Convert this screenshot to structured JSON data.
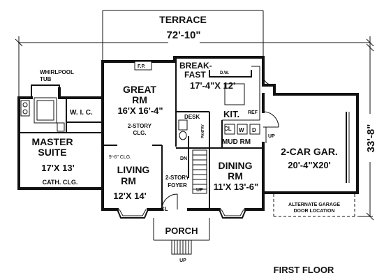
{
  "labels": {
    "terrace": "TERRACE",
    "overall_width": "72'-10\"",
    "overall_depth": "33'-8\"",
    "whirlpool": "WHIRLPOOL",
    "tub": "TUB",
    "fp": "F.P.",
    "great_rm_1": "GREAT",
    "great_rm_2": "RM",
    "great_rm_dim": "16'X 16'-4\"",
    "two_story_clg_1": "2-STORY",
    "two_story_clg_2": "CLG.",
    "breakfast_1": "BREAK-",
    "breakfast_2": "FAST",
    "breakfast_dim": "17'-4\"X 12'",
    "dw": "D.W.",
    "kit": "KIT.",
    "ref": "REF",
    "desk": "DESK",
    "pantry": "PANTRY",
    "cl_kit": "CL",
    "w": "W",
    "d": "D",
    "up_garage": "UP",
    "mud_rm": "MUD RM",
    "wic": "W. I. C.",
    "master_1": "MASTER",
    "master_2": "SUITE",
    "master_dim": "17'X 13'",
    "cath_clg": "CATH. CLG.",
    "living_clg": "9'-6\" CLG.",
    "living_1": "LIVING",
    "living_2": "RM",
    "living_dim": "12'X 14'",
    "dn": "DN",
    "foyer_1": "2-STORY",
    "foyer_2": "FOYER",
    "up_stair": "UP",
    "cl_foyer": "CL",
    "dining_1": "DINING",
    "dining_2": "RM",
    "dining_dim": "11'X 13'-6\"",
    "garage_1": "2-CAR GAR.",
    "garage_dim": "20'-4\"X20'",
    "alt_garage_1": "ALTERNATE GARAGE",
    "alt_garage_2": "DOOR LOCATION",
    "porch": "PORCH",
    "up_porch": "UP",
    "first_floor": "FIRST FLOOR"
  }
}
